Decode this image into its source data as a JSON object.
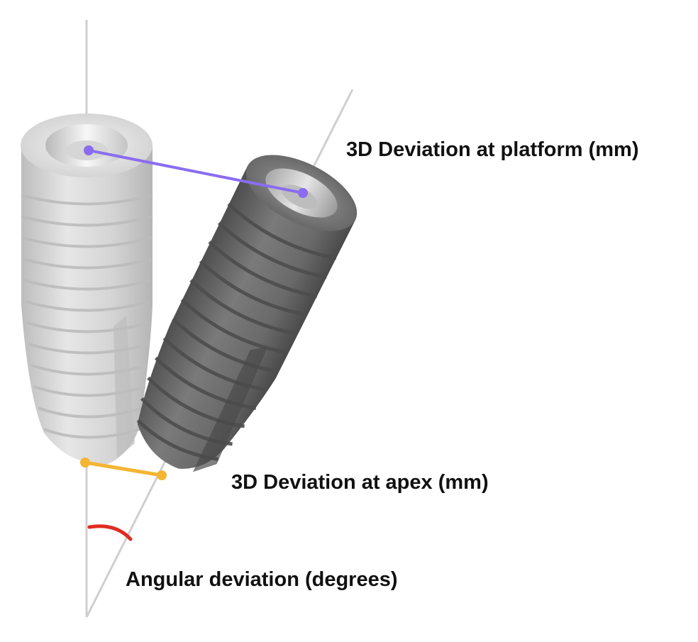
{
  "labels": {
    "platform_deviation": "3D Deviation at platform (mm)",
    "apex_deviation": "3D Deviation at apex (mm)",
    "angular_deviation": "Angular deviation (degrees)"
  },
  "colors": {
    "platform_line": "#8a6cf0",
    "apex_line": "#f4b533",
    "angle_arc": "#e02b20",
    "axis_line": "#cfcfcf",
    "planned_implant": "#d9d9d9",
    "placed_implant": "#6f6f6f"
  },
  "elements": {
    "planned_implant": "light grey dental implant (planned position, vertical)",
    "placed_implant": "dark grey dental implant (placed position, tilted)"
  }
}
